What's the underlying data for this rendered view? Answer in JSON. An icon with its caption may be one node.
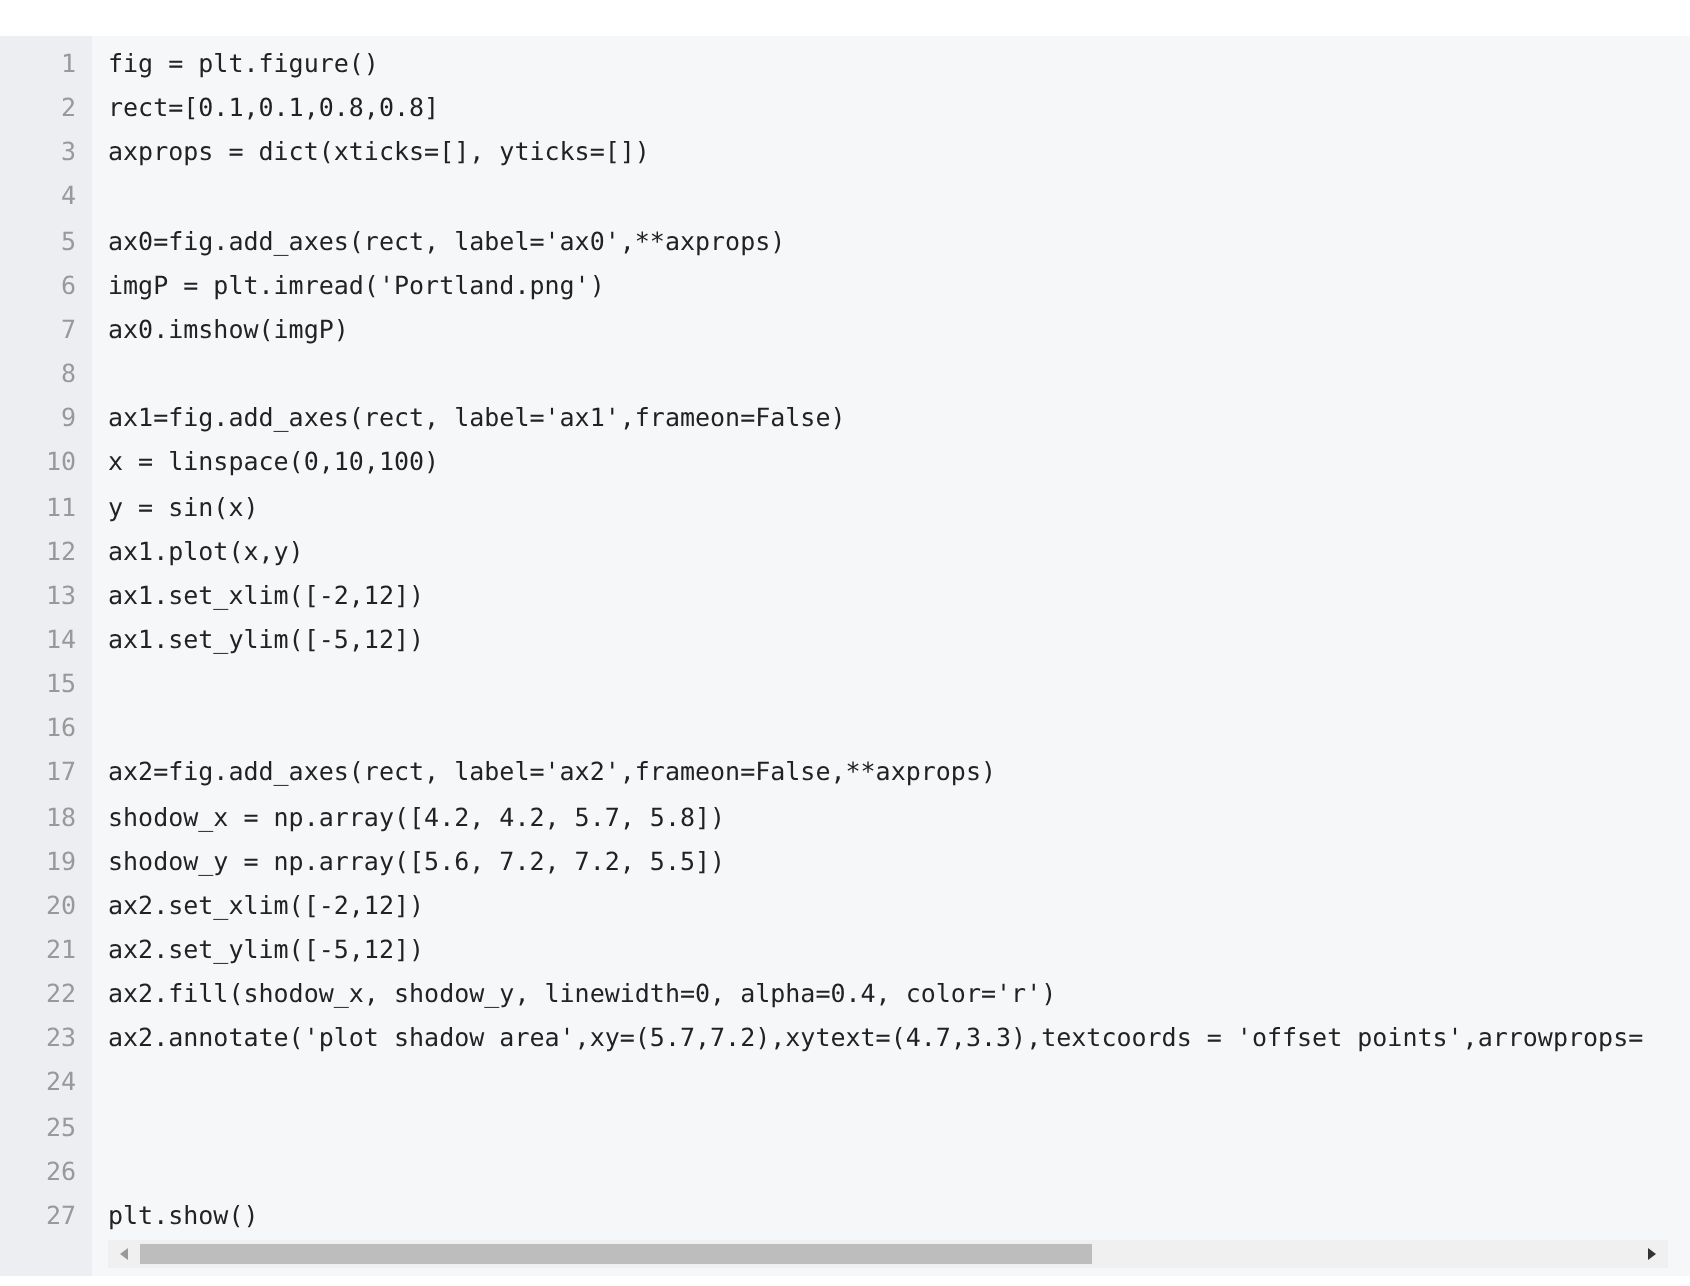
{
  "diagram": {
    "labels": [
      "1",
      "fig = plt.figure()",
      "2",
      "rect=[0.1,0.1,0.8,0.8]",
      "3",
      "axprops = dict(xticks=[], yticks=[])",
      "4",
      "5",
      "ax0=fig.add_axes(rect, label='ax0',**axprops)",
      "6",
      "imgP = plt.imread('Portland.png')",
      "7",
      "ax0.imshow(imgP)",
      "8",
      "9",
      "ax1=fig.add_axes(rect, label='ax1',frameon=False)",
      "10",
      "x = linspace(0,10,100)",
      "11",
      "y = sin(x)",
      "12",
      "ax1.plot(x,y)",
      "13",
      "ax1.set_xlim([-2,12])",
      "14",
      "ax1.set_ylim([-5,12])",
      "15",
      "16",
      "17",
      "ax2=fig.add_axes(rect, label='ax2',frameon=False,**axprops)",
      "18",
      "shodow_x = np.array([4.2, 4.2, 5.7, 5.8])",
      "19",
      "shodow_y = np.array([5.6, 7.2, 7.2, 5.5])",
      "20",
      "ax2.set_xlim([-2,12])",
      "21",
      "ax2.set_ylim([-5,12])",
      "22",
      "ax2.fill(shodow_x, shodow_y, linewidth=0, alpha=0.4, color='r')",
      "23",
      "ax2.annotate('plot shadow area',xy=(5.7,7.2),xytext=(4.7,3.3),textcoords = 'offset points',arrowprops=",
      "24",
      "25",
      "26",
      "27",
      "plt.show()"
    ]
  }
}
